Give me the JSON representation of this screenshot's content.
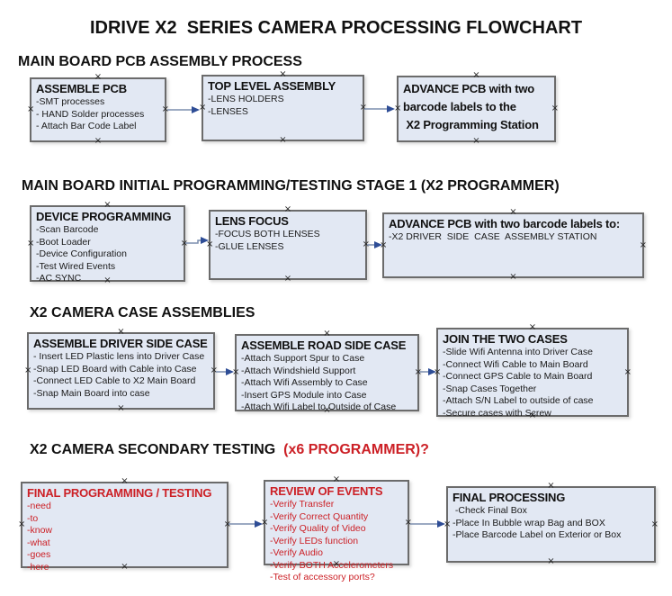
{
  "title": "IDRIVE X2  SERIES CAMERA PROCESSING FLOWCHART",
  "anchor_mark": "×",
  "colors": {
    "box_fill": "#e2e8f3",
    "box_border": "#6b6b6b",
    "arrow_line": "#7b8dad",
    "arrow_head": "#2e4d96",
    "red_text": "#cc2026"
  },
  "sections": [
    {
      "heading": "MAIN BOARD PCB ASSEMBLY PROCESS",
      "boxes": [
        {
          "title": "ASSEMBLE PCB",
          "items": [
            "-SMT processes",
            "- HAND Solder processes",
            "- Attach Bar Code Label"
          ]
        },
        {
          "title": "TOP LEVEL ASSEMBLY",
          "items": [
            "-LENS HOLDERS",
            "-LENSES"
          ]
        },
        {
          "title": "ADVANCE PCB with two",
          "items": [
            "barcode labels to the",
            " X2 Programming Station"
          ]
        }
      ]
    },
    {
      "heading": "MAIN BOARD INITIAL PROGRAMMING/TESTING STAGE 1 (X2 PROGRAMMER)",
      "boxes": [
        {
          "title": "DEVICE PROGRAMMING",
          "items": [
            "-Scan Barcode",
            "-Boot Loader",
            "-Device Configuration",
            "-Test Wired Events",
            "-AC SYNC"
          ]
        },
        {
          "title": "LENS FOCUS",
          "items": [
            "-FOCUS BOTH LENSES",
            "-GLUE LENSES"
          ]
        },
        {
          "title": "ADVANCE PCB with two barcode labels to:",
          "items": [
            "-X2 DRIVER  SIDE  CASE  ASSEMBLY STATION"
          ]
        }
      ]
    },
    {
      "heading": "X2 CAMERA CASE ASSEMBLIES",
      "boxes": [
        {
          "title": "ASSEMBLE DRIVER SIDE CASE",
          "items": [
            "- Insert LED Plastic lens into Driver Case",
            "-Snap LED Board with Cable into Case",
            "-Connect LED Cable to X2 Main Board",
            "-Snap Main Board into case"
          ]
        },
        {
          "title": "ASSEMBLE ROAD SIDE CASE",
          "items": [
            "-Attach Support Spur to Case",
            "-Attach Windshield Support",
            "-Attach Wifi Assembly to Case",
            "-Insert GPS Module into Case",
            "-Attach Wifi Label to Outside of Case"
          ]
        },
        {
          "title": "JOIN THE TWO CASES",
          "items": [
            "-Slide Wifi Antenna into Driver Case",
            "-Connect Wifi Cable to Main Board",
            "-Connect GPS Cable to Main Board",
            "-Snap Cases Together",
            "-Attach S/N Label to outside of case",
            "-Secure cases with Screw"
          ]
        }
      ]
    },
    {
      "heading": "X2 CAMERA SECONDARY TESTING ",
      "heading_suffix": " (x6 PROGRAMMER)?",
      "boxes": [
        {
          "title": "FINAL PROGRAMMING / TESTING",
          "items": [
            "-need",
            "-to",
            "-know",
            "-what",
            "-goes",
            "-here"
          ]
        },
        {
          "title": "REVIEW OF EVENTS",
          "items": [
            "-Verify Transfer",
            "-Verify Correct Quantity",
            "-Verify Quality of Video",
            "-Verify LEDs function",
            "-Verify Audio",
            "-Verify BOTH Accelerometers",
            "-Test of accessory ports?"
          ]
        },
        {
          "title": "FINAL PROCESSING",
          "items": [
            " -Check Final Box",
            "-Place In Bubble wrap Bag and BOX",
            "-Place Barcode Label on Exterior or Box"
          ]
        }
      ]
    }
  ]
}
